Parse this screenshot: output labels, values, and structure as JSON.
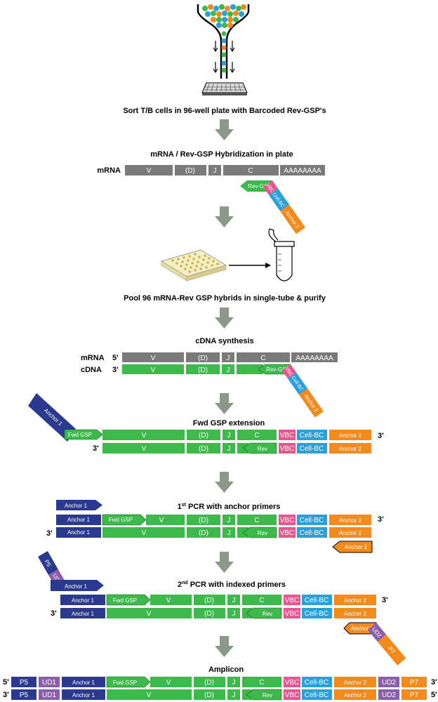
{
  "colors": {
    "grey": "#7a7a7a",
    "green": "#3cb94a",
    "pink": "#e8558f",
    "blue": "#2b9fd9",
    "orange": "#f28a1e",
    "navy": "#2b3a8f",
    "purple": "#8a5fa8",
    "arrow": "#8a9a87"
  },
  "step1": {
    "caption": "Sort T/B cells in 96-well plate with Barcoded Rev-GSP's"
  },
  "step2": {
    "title": "mRNA / Rev-GSP Hybridization in plate",
    "row_label": "mRNA",
    "segments": [
      "V",
      "(D)",
      "J",
      "C",
      "AAAAAAAA"
    ],
    "primer": [
      "Rev-GSP",
      "VBC",
      "Cell-BC",
      "Anchor 2"
    ]
  },
  "step3": {
    "caption": "Pool 96 mRNA-Rev GSP hybrids in single-tube  & purify"
  },
  "step4": {
    "title": "cDNA synthesis",
    "mrna_label": "mRNA",
    "cdna_label": "cDNA",
    "end5": "5'",
    "end3": "3'",
    "mrna_segments": [
      "V",
      "(D)",
      "J",
      "C",
      "AAAAAAAA"
    ],
    "cdna_segments": [
      "V",
      "(D)",
      "J"
    ],
    "primer": [
      "Rev-GSP",
      "VBC",
      "Cell-BC",
      "Anchor 2"
    ]
  },
  "step5": {
    "title": "Fwd GSP extension",
    "anchor": "Anchor 1",
    "fwd": "Fwd GSP",
    "top": [
      "V",
      "(D)",
      "J",
      "C",
      "VBC",
      "Cell-BC",
      "Anchor 2"
    ],
    "bottom": [
      "V",
      "(D)",
      "J",
      "Rev",
      "VBC",
      "Cell-BC",
      "Anchor 2"
    ],
    "end3a": "3'",
    "end3b": "3'"
  },
  "step6": {
    "title_main": "1",
    "title_sup": "st",
    "title_rest": " PCR with anchor primers",
    "anchor_primer": "Anchor 1",
    "top": [
      "Anchor 1",
      "Fwd GSP",
      "V",
      "(D)",
      "J",
      "C",
      "VBC",
      "Cell-BC",
      "Anchor 2"
    ],
    "bottom": [
      "Anchor 1",
      "V",
      "(D)",
      "J",
      "Rev",
      "VBC",
      "Cell-BC",
      "Anchor 2"
    ],
    "rev_primer": "Anchor 2",
    "end3a": "3'",
    "end3b": "3'"
  },
  "step7": {
    "title_main": "2",
    "title_sup": "nd",
    "title_rest": " PCR with indexed primers",
    "fwd_primer": [
      "P5",
      "UD1",
      "Anchor 1"
    ],
    "top": [
      "Anchor 1",
      "Fwd GSP",
      "V",
      "(D)",
      "J",
      "C",
      "VBC",
      "Cell-BC",
      "Anchor 2"
    ],
    "bottom": [
      "Anchor 1",
      "V",
      "(D)",
      "J",
      "Rev",
      "VBC",
      "Cell-BC",
      "Anchor 2"
    ],
    "rev_primer": [
      "Anchor 2",
      "UD2",
      "P7"
    ],
    "end3a": "3'",
    "end3b": "3'"
  },
  "step8": {
    "title": "Amplicon",
    "top": [
      "P5",
      "UD1",
      "Anchor 1",
      "Fwd GSP",
      "V",
      "(D)",
      "J",
      "C",
      "VBC",
      "Cell-BC",
      "Anchor 2",
      "UD2",
      "P7"
    ],
    "bottom": [
      "P5",
      "UD1",
      "Anchor 1",
      "V",
      "(D)",
      "J",
      "Rev",
      "VBC",
      "Cell-BC",
      "Anchor 2",
      "UD2",
      "P7"
    ],
    "top_left": "5'",
    "top_right": "3'",
    "bot_left": "3'",
    "bot_right": "5'"
  }
}
